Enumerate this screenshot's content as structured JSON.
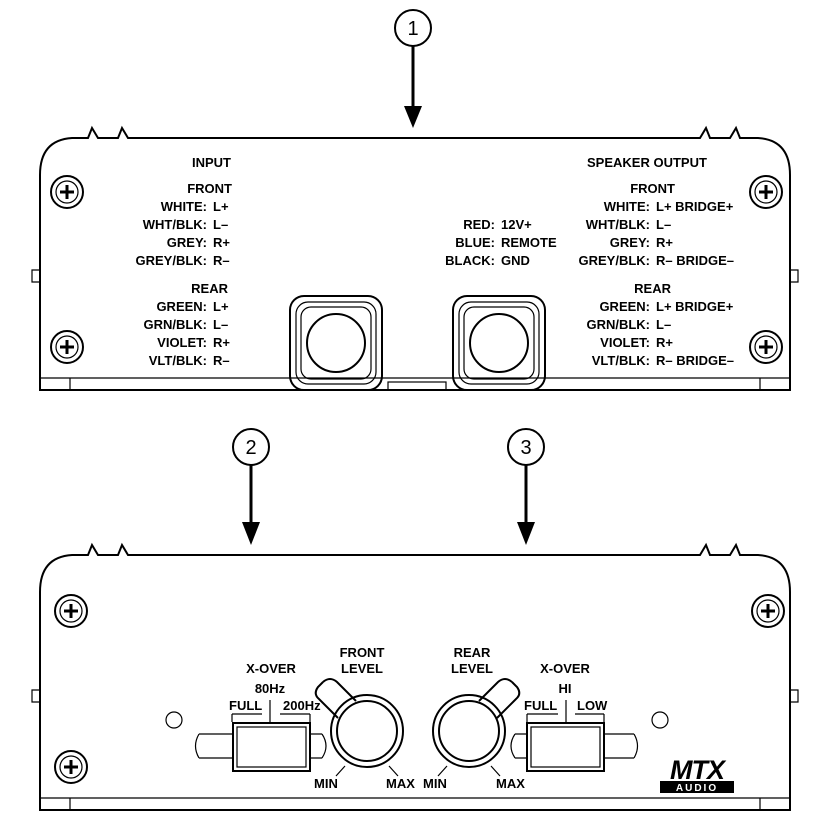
{
  "callouts": [
    "1",
    "2",
    "3"
  ],
  "top_panel": {
    "input": {
      "title": "INPUT",
      "front_heading": "FRONT",
      "front": [
        {
          "wire": "WHITE:",
          "sig": "L+"
        },
        {
          "wire": "WHT/BLK:",
          "sig": "L–"
        },
        {
          "wire": "GREY:",
          "sig": "R+"
        },
        {
          "wire": "GREY/BLK:",
          "sig": "R–"
        }
      ],
      "rear_heading": "REAR",
      "rear": [
        {
          "wire": "GREEN:",
          "sig": "L+"
        },
        {
          "wire": "GRN/BLK:",
          "sig": "L–"
        },
        {
          "wire": "VIOLET:",
          "sig": "R+"
        },
        {
          "wire": "VLT/BLK:",
          "sig": "R–"
        }
      ]
    },
    "power": [
      {
        "wire": "RED:",
        "sig": "12V+"
      },
      {
        "wire": "BLUE:",
        "sig": "REMOTE"
      },
      {
        "wire": "BLACK:",
        "sig": "GND"
      }
    ],
    "output": {
      "title": "SPEAKER OUTPUT",
      "front_heading": "FRONT",
      "front": [
        {
          "wire": "WHITE:",
          "sig": "L+ BRIDGE+"
        },
        {
          "wire": "WHT/BLK:",
          "sig": "L–"
        },
        {
          "wire": "GREY:",
          "sig": "R+"
        },
        {
          "wire": "GREY/BLK:",
          "sig": "R– BRIDGE–"
        }
      ],
      "rear_heading": "REAR",
      "rear": [
        {
          "wire": "GREEN:",
          "sig": "L+ BRIDGE+"
        },
        {
          "wire": "GRN/BLK:",
          "sig": "L–"
        },
        {
          "wire": "VIOLET:",
          "sig": "R+"
        },
        {
          "wire": "VLT/BLK:",
          "sig": "R– BRIDGE–"
        }
      ]
    }
  },
  "bottom_panel": {
    "front_xover": {
      "title": "X-OVER",
      "opt_full": "FULL",
      "opt_80": "80Hz",
      "opt_200": "200Hz"
    },
    "front_level": {
      "line1": "FRONT",
      "line2": "LEVEL",
      "min": "MIN",
      "max": "MAX"
    },
    "rear_level": {
      "line1": "REAR",
      "line2": "LEVEL",
      "min": "MIN",
      "max": "MAX"
    },
    "rear_xover": {
      "title": "X-OVER",
      "opt_full": "FULL",
      "opt_hi": "HI",
      "opt_low": "LOW"
    },
    "logo": {
      "brand": "MTX",
      "sub": "AUDIO"
    }
  }
}
